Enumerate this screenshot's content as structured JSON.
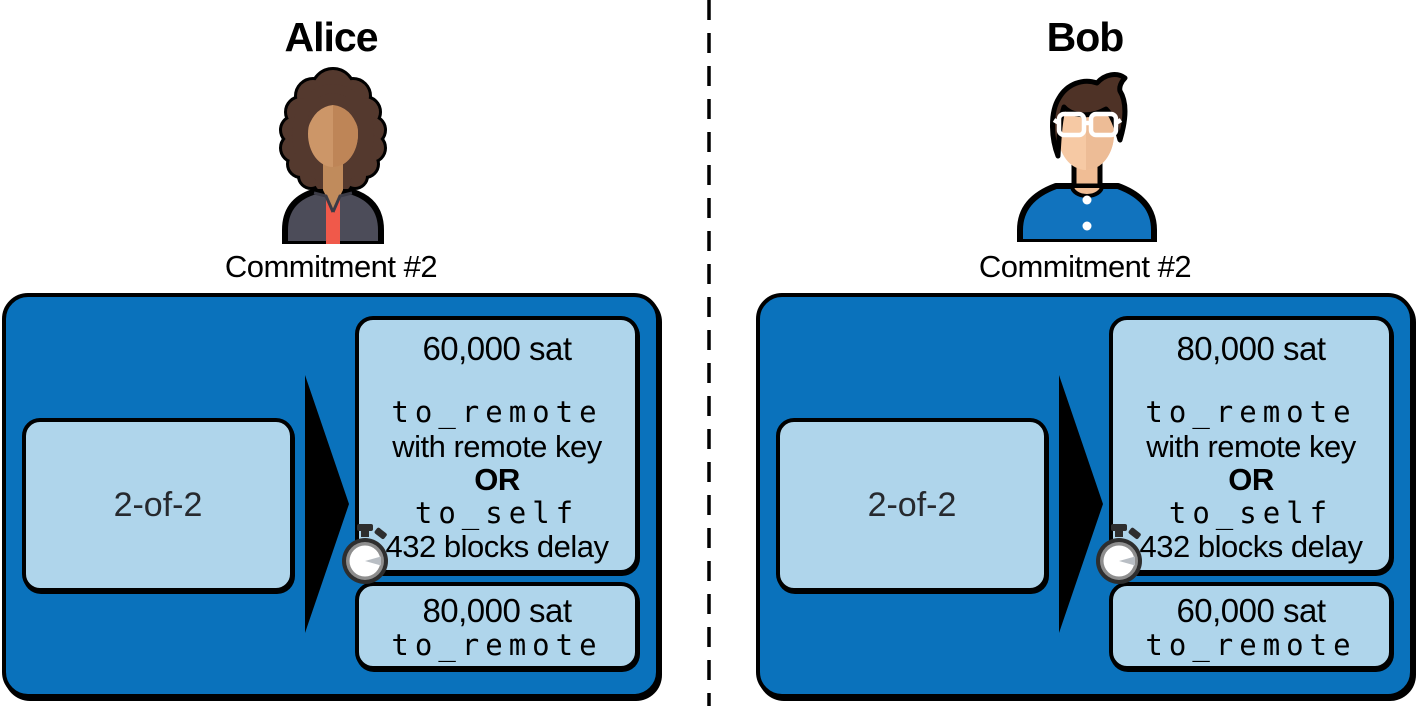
{
  "colors": {
    "channel_blue": "#0A72BC",
    "box_blue": "#AFD5EB",
    "outline": "#000000"
  },
  "left": {
    "title": "Alice",
    "commitment_label": "Commitment #2",
    "funding_label": "2-of-2",
    "delayed_output": {
      "amount": "60,000 sat",
      "script_line1": "to_remote",
      "script_line2": "with remote key",
      "script_line3": "OR",
      "script_line4": "to_self",
      "script_line5": "432 blocks delay"
    },
    "simple_output": {
      "amount": "80,000 sat",
      "script_line1": "to_remote"
    }
  },
  "right": {
    "title": "Bob",
    "commitment_label": "Commitment #2",
    "funding_label": "2-of-2",
    "delayed_output": {
      "amount": "80,000 sat",
      "script_line1": "to_remote",
      "script_line2": "with remote key",
      "script_line3": "OR",
      "script_line4": "to_self",
      "script_line5": "432 blocks delay"
    },
    "simple_output": {
      "amount": "60,000 sat",
      "script_line1": "to_remote"
    }
  }
}
